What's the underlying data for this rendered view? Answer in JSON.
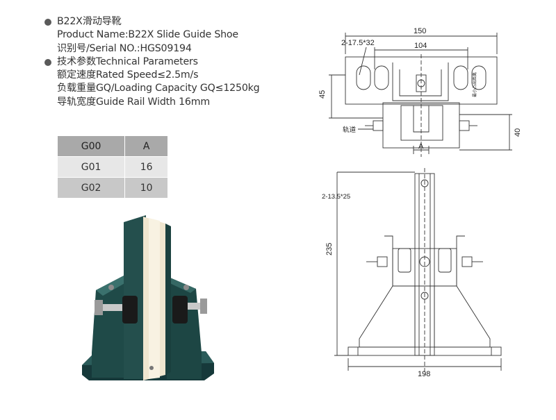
{
  "spec": {
    "model_title": "B22X滑动导靴",
    "product_name": "Product Name:B22X Slide Guide Shoe",
    "serial": "识别号/Serial NO.:HGS09194",
    "tech_header": "技术参数Technical Parameters",
    "rated_speed": "额定速度Rated Speed≤2.5m/s",
    "loading_capacity": "负载重量GQ/Loading Capacity GQ≤1250kg",
    "rail_width": "导轨宽度Guide Rail Width 16mm"
  },
  "table": {
    "rows": [
      [
        "G00",
        "A"
      ],
      [
        "G01",
        "16"
      ],
      [
        "G02",
        "10"
      ]
    ]
  },
  "top_view": {
    "dim_150": "150",
    "dim_104": "104",
    "slots": "2-17.5*32",
    "dim_45": "45",
    "dim_40": "40",
    "rail_label": "轨道",
    "a_label": "A",
    "tiny_label": "最小凸出距离"
  },
  "front_view": {
    "slots": "2-13.5*25",
    "dim_235": "235",
    "dim_198": "198"
  },
  "colors": {
    "body_green": "#1f4a48",
    "liner_cream": "#efe6cf",
    "line": "#333333"
  }
}
